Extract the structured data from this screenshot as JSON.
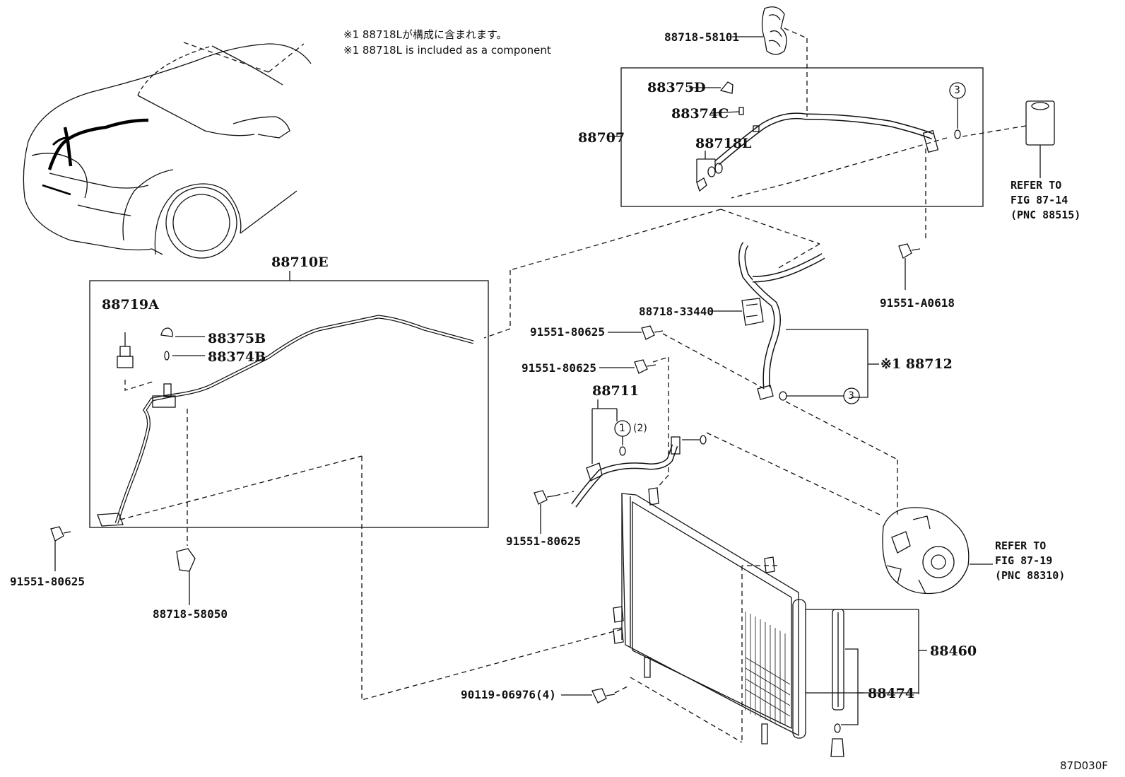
{
  "notes": {
    "line_jp": "※1 88718Lが構成に含まれます。",
    "line_en": "※1 88718L is included as a component"
  },
  "parts": {
    "p88718_58101": "88718-58101",
    "p88375D": "88375D",
    "p88374C": "88374C",
    "p88707": "88707",
    "p88718L": "88718L",
    "p88710E": "88710E",
    "p88719A": "88719A",
    "p88375B": "88375B",
    "p88374B": "88374B",
    "p91551_A0618": "91551-A0618",
    "p88718_33440": "88718-33440",
    "p91551_80625_a": "91551-80625",
    "p91551_80625_b": "91551-80625",
    "p91551_80625_c": "91551-80625",
    "p91551_80625_d": "91551-80625",
    "p88712": "※1 88712",
    "p88711": "88711",
    "p88718_58050": "88718-58050",
    "p88460": "88460",
    "p88474": "88474",
    "p90119_06976": "90119-06976(4)"
  },
  "markers": {
    "circle_1": "1",
    "circle_1_qty": "(2)",
    "circle_3_top": "3",
    "circle_3_mid": "3"
  },
  "refs": {
    "expansion_valve": {
      "line1": "REFER TO",
      "line2": "FIG 87-14",
      "line3": "(PNC 88515)"
    },
    "compressor": {
      "line1": "REFER TO",
      "line2": "FIG 87-19",
      "line3": "(PNC 88310)"
    }
  },
  "diagram_code": "87D030F"
}
